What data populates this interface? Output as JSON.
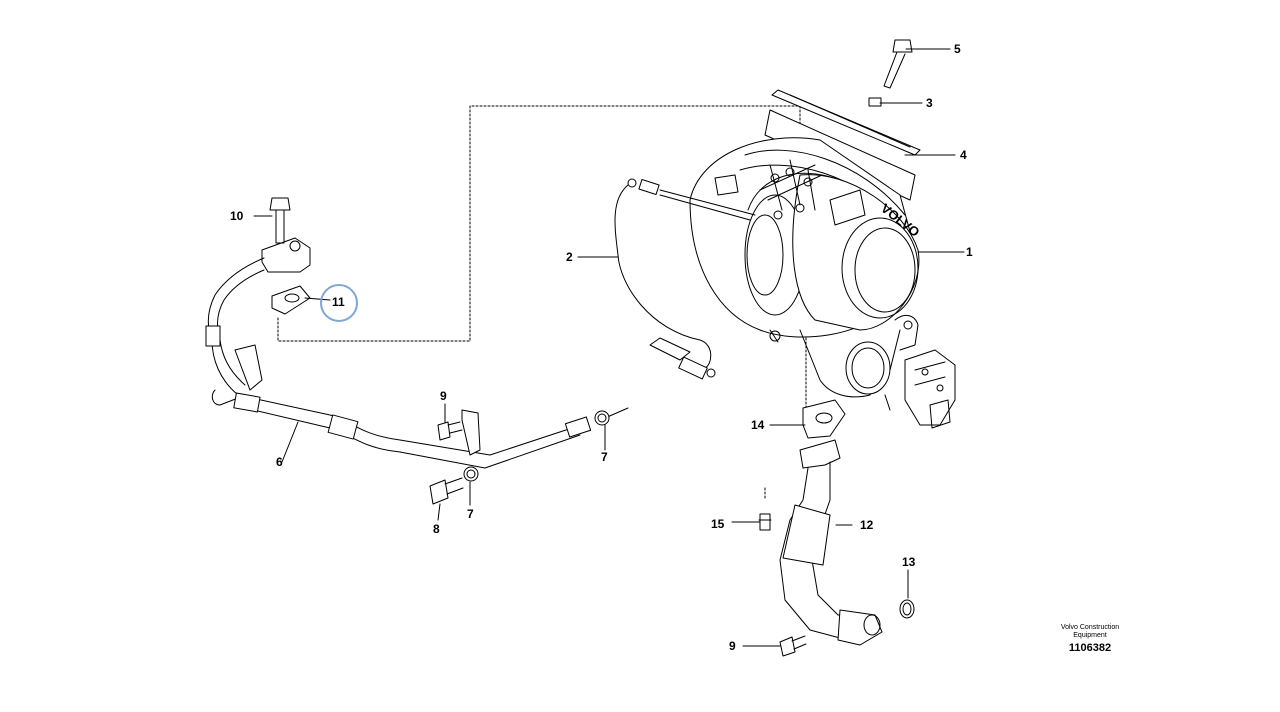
{
  "callouts": {
    "c1": "1",
    "c2": "2",
    "c3": "3",
    "c4": "4",
    "c5": "5",
    "c6": "6",
    "c7a": "7",
    "c7b": "7",
    "c8": "8",
    "c9a": "9",
    "c9b": "9",
    "c10": "10",
    "c11": "11",
    "c12": "12",
    "c13": "13",
    "c14": "14",
    "c15": "15"
  },
  "footer": {
    "brand": "Volvo Construction Equipment",
    "doc_number": "1106382"
  },
  "turbo_logo": "VOLVO",
  "colors": {
    "line": "#000000",
    "highlight": "#7ea7d8",
    "background": "#ffffff"
  }
}
